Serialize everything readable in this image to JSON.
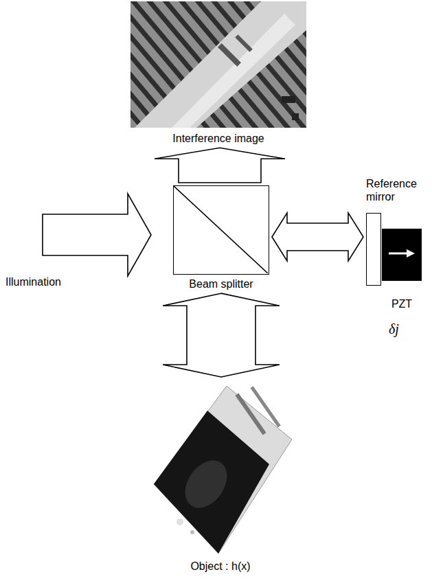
{
  "diagram": {
    "nodes": [
      {
        "text": [
          "Interference image"
        ]
      },
      {
        "text": [
          "Reference mirror"
        ]
      },
      {
        "text": [
          "Beam splitter"
        ]
      },
      {
        "text": [
          "PZT"
        ]
      },
      {
        "text": [
          "Object : h(x)"
        ]
      }
    ],
    "edges": [
      {
        "from": 2,
        "to": 0,
        "arrow": "to"
      },
      {
        "from": 2,
        "to": 1,
        "arrow": "both"
      },
      {
        "from": 2,
        "to": 4,
        "arrow": "both"
      }
    ],
    "labels": [
      "Illumination",
      "δj"
    ]
  }
}
